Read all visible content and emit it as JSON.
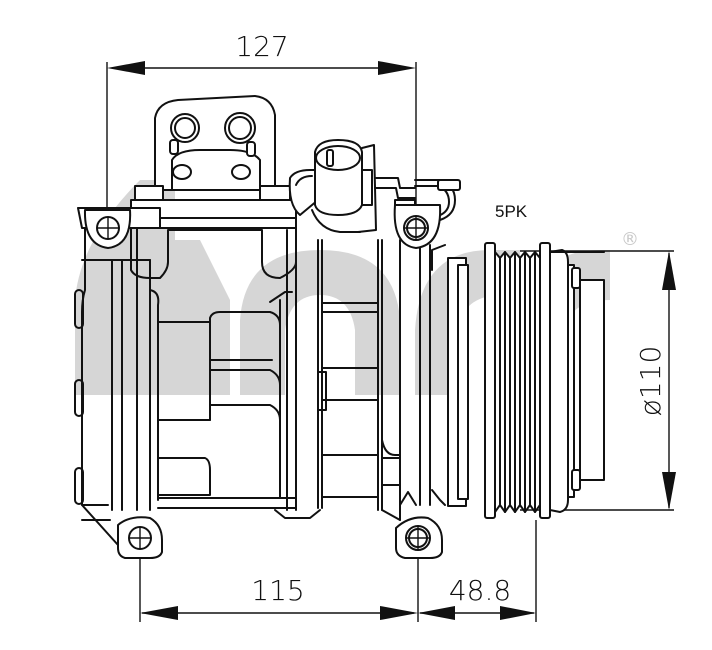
{
  "diagram": {
    "subject": "A/C compressor technical drawing",
    "dimensions": {
      "top_width": "127",
      "bottom_body_length": "115",
      "bottom_pulley_offset": "48.8",
      "pulley_diameter": "ø110"
    },
    "labels": {
      "belt_type": "5PK",
      "registered_mark": "®"
    },
    "watermark": {
      "text": "acr",
      "color": "#cfcfcf"
    },
    "colors": {
      "line": "#111111",
      "background": "#ffffff"
    }
  }
}
